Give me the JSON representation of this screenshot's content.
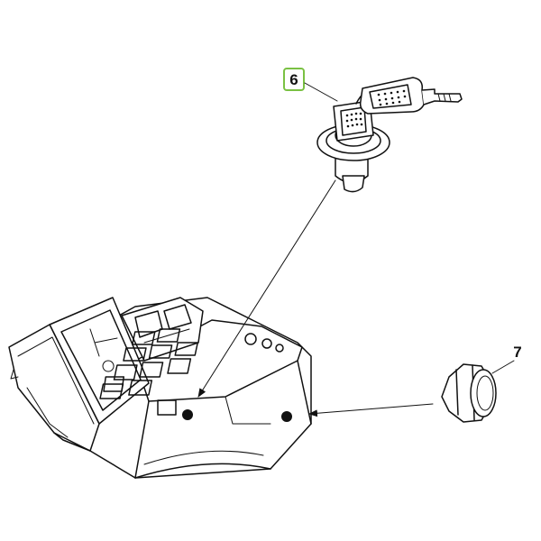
{
  "callouts": [
    {
      "id": "6",
      "label": "6",
      "highlight_color": "#7ac143"
    },
    {
      "id": "7",
      "label": "7"
    }
  ],
  "colors": {
    "line": "#111111",
    "background": "#ffffff",
    "highlight_border": "#7ac143"
  }
}
